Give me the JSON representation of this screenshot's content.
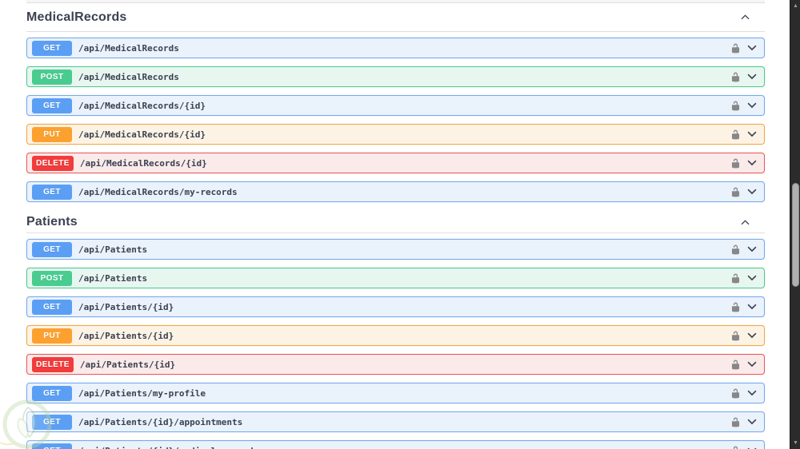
{
  "sections": [
    {
      "title": "MedicalRecords",
      "collapse_icon": "chevron-up-icon",
      "endpoints": [
        {
          "method": "GET",
          "path": "/api/MedicalRecords"
        },
        {
          "method": "POST",
          "path": "/api/MedicalRecords"
        },
        {
          "method": "GET",
          "path": "/api/MedicalRecords/{id}"
        },
        {
          "method": "PUT",
          "path": "/api/MedicalRecords/{id}"
        },
        {
          "method": "DELETE",
          "path": "/api/MedicalRecords/{id}"
        },
        {
          "method": "GET",
          "path": "/api/MedicalRecords/my-records"
        }
      ]
    },
    {
      "title": "Patients",
      "collapse_icon": "chevron-up-icon",
      "endpoints": [
        {
          "method": "GET",
          "path": "/api/Patients"
        },
        {
          "method": "POST",
          "path": "/api/Patients"
        },
        {
          "method": "GET",
          "path": "/api/Patients/{id}"
        },
        {
          "method": "PUT",
          "path": "/api/Patients/{id}"
        },
        {
          "method": "DELETE",
          "path": "/api/Patients/{id}"
        },
        {
          "method": "GET",
          "path": "/api/Patients/my-profile"
        },
        {
          "method": "GET",
          "path": "/api/Patients/{id}/appointments"
        },
        {
          "method": "GET",
          "path": "/api/Patients/{id}/medical-records"
        }
      ]
    }
  ],
  "methods": {
    "GET": {
      "badge_bg": "#5b9ff5",
      "row_bg": "#eaf2fc",
      "row_border": "#72aaf2"
    },
    "POST": {
      "badge_bg": "#49cc90",
      "row_bg": "#e8f6f0",
      "row_border": "#49cc90"
    },
    "PUT": {
      "badge_bg": "#fca130",
      "row_bg": "#fdf3e5",
      "row_border": "#f7a73f"
    },
    "DELETE": {
      "badge_bg": "#f23c3c",
      "row_bg": "#fbeaea",
      "row_border": "#f25555"
    }
  },
  "row_icons": {
    "auth": "lock-unlocked-icon",
    "expand": "chevron-down-icon"
  },
  "text_color": "#3b4151",
  "scrollbar": {
    "up_arrow": "▲",
    "down_arrow": "▼"
  }
}
